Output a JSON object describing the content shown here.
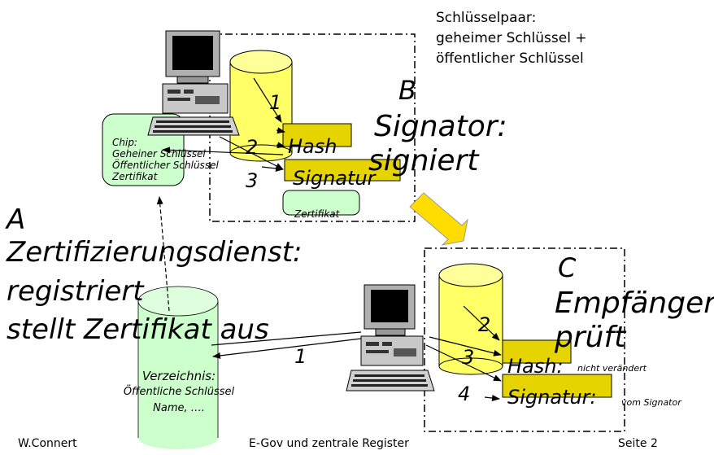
{
  "keypair": {
    "line1": "Schlüsselpaar:",
    "line2": "geheimer Schlüssel +",
    "line3": "öffentlicher Schlüssel"
  },
  "zone_b": {
    "letter": "B",
    "role": "Signator:",
    "action": "signiert"
  },
  "zone_c": {
    "letter": "C",
    "role": "Empfänger:",
    "action": "prüft"
  },
  "zone_a": {
    "letter": "A",
    "line1": "Zertifizierungsdienst:",
    "line2": "registriert",
    "line3": "stellt Zertifikat aus"
  },
  "chip": {
    "line1": "Chip:",
    "line2": "Geheiner Schlüssel",
    "line3": "Öffentlicher Schlüssel",
    "line4": "Zertifikat"
  },
  "signator_boxes": {
    "hash": "Hash",
    "signatur": "Signatur",
    "zertifikat": "Zertifikat"
  },
  "receiver_boxes": {
    "hash": "Hash:",
    "hash_note": "nicht verändert",
    "signatur": "Signatur:",
    "signatur_note": "vom Signator"
  },
  "signator_steps": [
    "1",
    "2",
    "3"
  ],
  "receiver_steps": [
    "2",
    "3",
    "4"
  ],
  "directory_step": "1",
  "directory": {
    "line1": "Verzeichnis:",
    "line2": "Öffentliche Schlüssel",
    "line3": "Name, …."
  },
  "footer": {
    "left": "W.Connert",
    "center": "E-Gov und zentrale Register",
    "right": "Seite 2"
  },
  "colors": {
    "yellow": "#ffff66",
    "gold_box": "#e6d400",
    "green": "#ccffcc",
    "arrow": "#ffdd00"
  }
}
